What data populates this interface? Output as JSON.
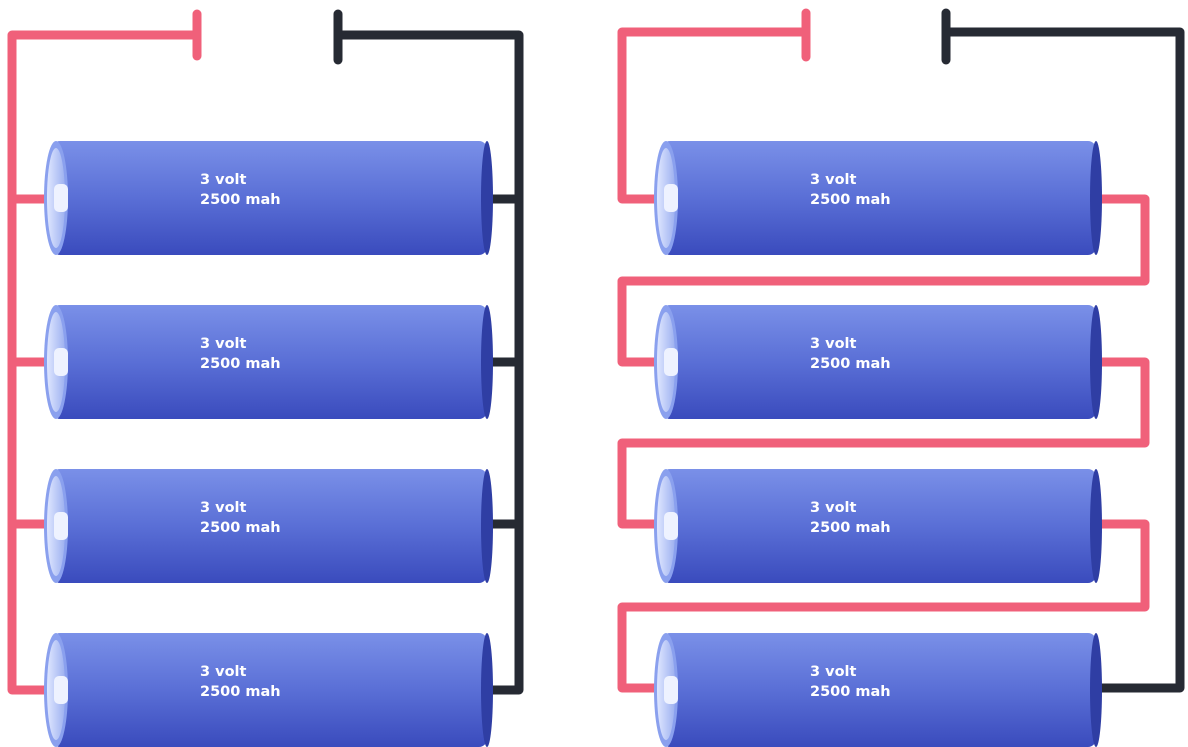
{
  "colors": {
    "positive_wire": "#f0607a",
    "negative_wire": "#262a33",
    "cell_body_top": "#6f86e2",
    "cell_body_bottom": "#3d4fc2",
    "cell_cap_light": "#c5d2fb",
    "cell_cap_edge": "#8aa0ee",
    "cell_end": "#2f3ea4",
    "label_text": "#ffffff"
  },
  "left_diagram": {
    "cells": [
      {
        "voltage": "3 volt",
        "capacity": "2500 mah"
      },
      {
        "voltage": "3 volt",
        "capacity": "2500 mah"
      },
      {
        "voltage": "3 volt",
        "capacity": "2500 mah"
      },
      {
        "voltage": "3 volt",
        "capacity": "2500 mah"
      }
    ]
  },
  "right_diagram": {
    "cells": [
      {
        "voltage": "3 volt",
        "capacity": "2500 mah"
      },
      {
        "voltage": "3 volt",
        "capacity": "2500 mah"
      },
      {
        "voltage": "3 volt",
        "capacity": "2500 mah"
      },
      {
        "voltage": "3 volt",
        "capacity": "2500 mah"
      }
    ]
  }
}
